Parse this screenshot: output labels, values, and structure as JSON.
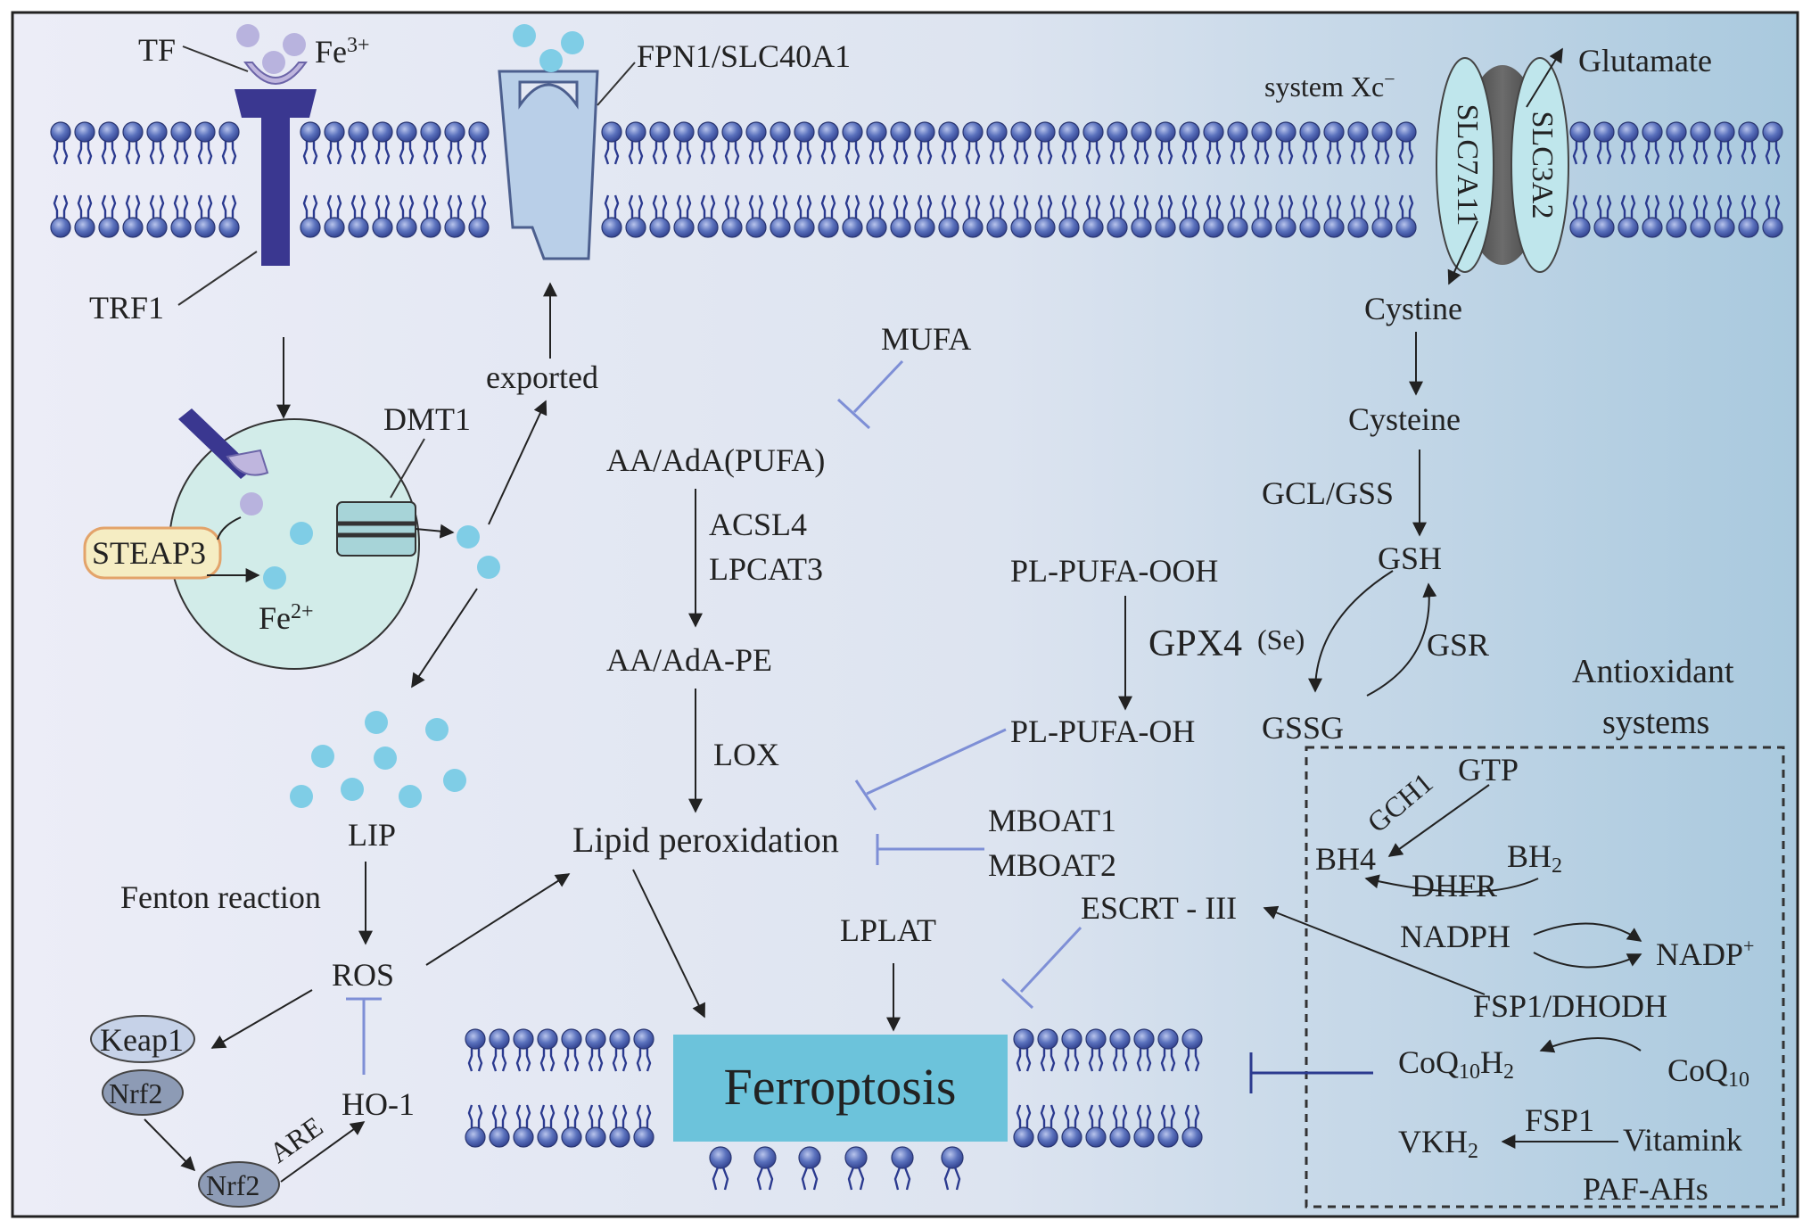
{
  "colors": {
    "background_left": "#ecedf7",
    "background_right": "#a9c9de",
    "lipid_head": "#4f66b3",
    "lipid_tail": "#2b3a8f",
    "receptor": "#3a3790",
    "fe3_particle": "#b8b3de",
    "fe2_particle": "#7fcde6",
    "transporter": "#b9cfe8",
    "ferroptosis_box": "#6cc3db",
    "inhibit_line": "#7e8fd6",
    "antioxidant_title": "#8b2c1a",
    "text": "#222222"
  },
  "labels": {
    "tf": "TF",
    "fe3_base": "Fe",
    "fe3_sup": "3+",
    "fpn1": "FPN1/SLC40A1",
    "system_xc_base": "system Xc",
    "system_xc_sup": "−",
    "glutamate": "Glutamate",
    "slc7a11": "SLC7A11",
    "slc3a2": "SLC3A2",
    "trf1": "TRF1",
    "cystine": "Cystine",
    "cysteine": "Cysteine",
    "mufa": "MUFA",
    "exported": "exported",
    "dmt1": "DMT1",
    "aa_pufa": "AA/AdA(PUFA)",
    "acsl4": "ACSL4",
    "lpcat3": "LPCAT3",
    "gcl_gss": "GCL/GSS",
    "gsh": "GSH",
    "steap3": "STEAP3",
    "fe2_base": "Fe",
    "fe2_sup": "2+",
    "pl_pufa_ooh": "PL-PUFA-OOH",
    "gpx4": "GPX4",
    "se": "(Se)",
    "gsr": "GSR",
    "aa_pe": "AA/AdA-PE",
    "antioxidant_line1": "Antioxidant",
    "antioxidant_line2": "systems",
    "lox": "LOX",
    "pl_pufa_oh": "PL-PUFA-OH",
    "gssg": "GSSG",
    "lip": "LIP",
    "gch1": "GCH1",
    "gtp": "GTP",
    "mboat1": "MBOAT1",
    "mboat2": "MBOAT2",
    "lipid_peroxidation": "Lipid peroxidation",
    "bh4": "BH4",
    "bh2_base": "BH",
    "bh2_sub": "2",
    "dhfr": "DHFR",
    "fenton": "Fenton reaction",
    "escrt": "ESCRT - III",
    "lplat": "LPLAT",
    "nadph": "NADPH",
    "nadp_base": "NADP",
    "nadp_sup": "+",
    "ros": "ROS",
    "fsp1_dhodh": "FSP1/DHODH",
    "keap1": "Keap1",
    "coq10h2_base": "CoQ",
    "coq10h2_sub": "10",
    "coq10h2_tail": "H",
    "coq10h2_sub2": "2",
    "coq10_base": "CoQ",
    "coq10_sub": "10",
    "nrf2_top": "Nrf2",
    "ho1": "HO-1",
    "ferroptosis": "Ferroptosis",
    "vkh2_base": "VKH",
    "vkh2_sub": "2",
    "fsp1": "FSP1",
    "vitamink": "Vitamink",
    "are": "ARE",
    "nrf2_bottom": "Nrf2",
    "paf_ahs": "PAF-AHs"
  }
}
